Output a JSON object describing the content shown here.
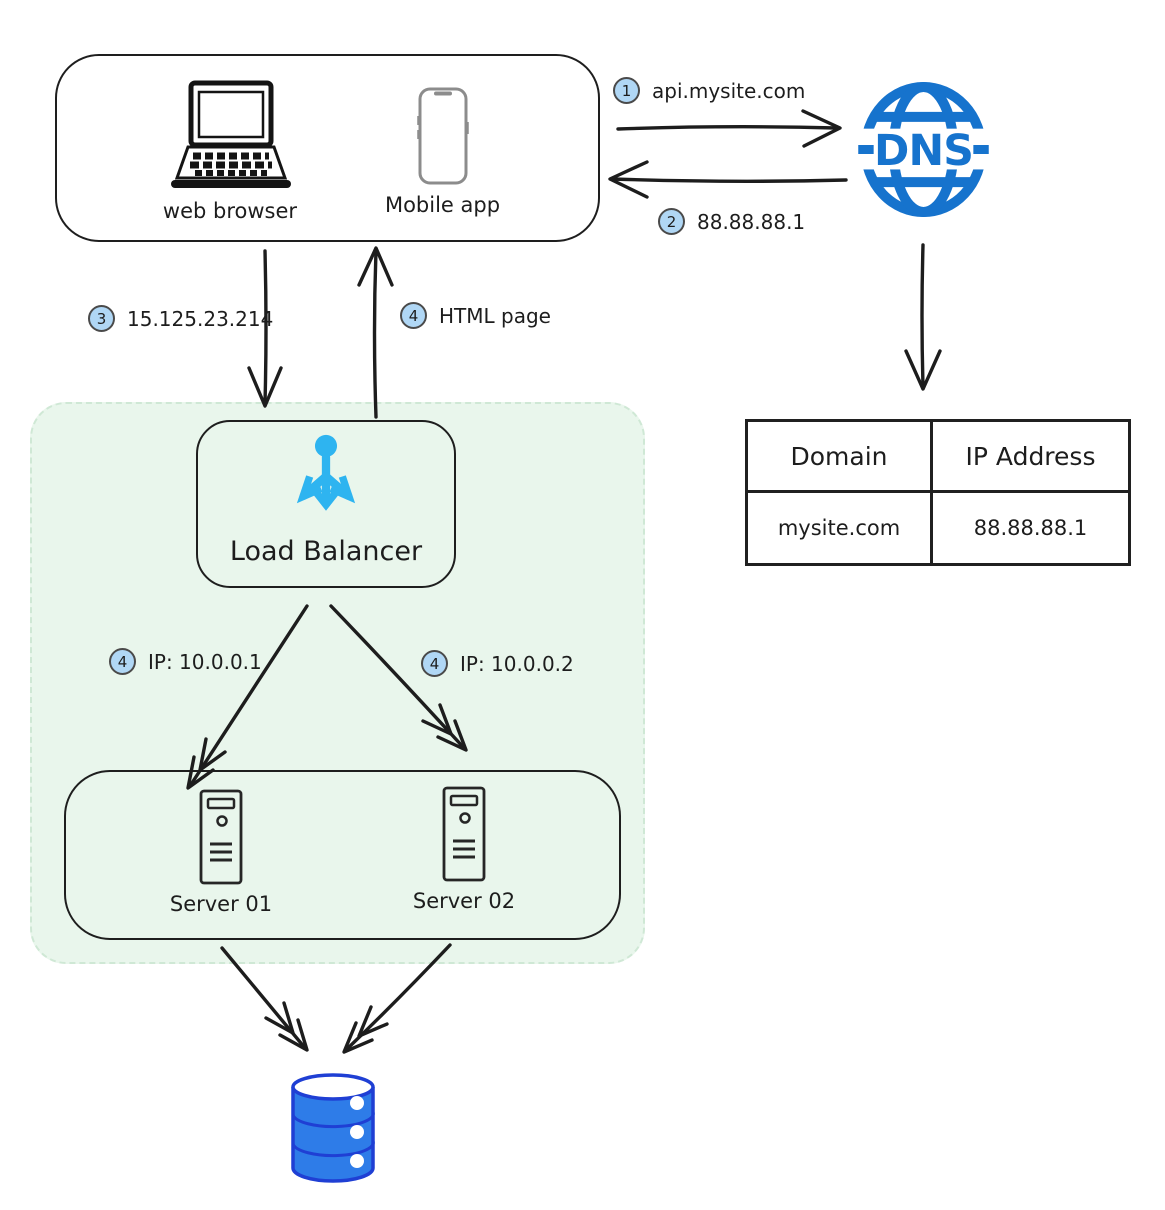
{
  "colors": {
    "ink": "#1d1d1d",
    "dns_blue": "#1673cd",
    "lb_cyan": "#2eb4f0",
    "db_blue": "#2e7ce8",
    "db_outline": "#1f3fd4",
    "green_bg": "#e9f6ec",
    "green_border": "#cfe8d5",
    "badge_bg": "#b0d7f5"
  },
  "clients": {
    "browser_label": "web browser",
    "mobile_label": "Mobile app"
  },
  "dns": {
    "icon_text": "DNS"
  },
  "flows": {
    "step1": {
      "num": "1",
      "label": "api.mysite.com"
    },
    "step2": {
      "num": "2",
      "label": "88.88.88.1"
    },
    "step3": {
      "num": "3",
      "label": "15.125.23.214"
    },
    "step4_html": {
      "num": "4",
      "label": "HTML page"
    },
    "step4_ip1": {
      "num": "4",
      "label": "IP: 10.0.0.1"
    },
    "step4_ip2": {
      "num": "4",
      "label": "IP: 10.0.0.2"
    }
  },
  "load_balancer": {
    "label": "Load Balancer"
  },
  "servers": {
    "server1": "Server 01",
    "server2": "Server 02"
  },
  "dns_table": {
    "headers": [
      "Domain",
      "IP Address"
    ],
    "rows": [
      [
        "mysite.com",
        "88.88.88.1"
      ]
    ]
  }
}
